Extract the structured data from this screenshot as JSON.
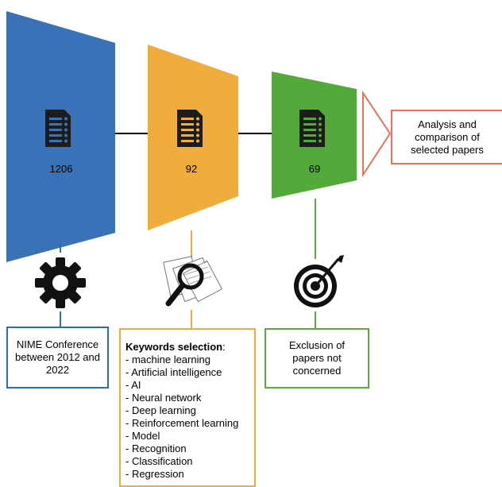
{
  "stages": [
    {
      "count": "1206",
      "color": "#3972b6"
    },
    {
      "count": "92",
      "color": "#f0ad3b"
    },
    {
      "count": "69",
      "color": "#53a93a"
    }
  ],
  "icons": [
    "document-list-icon",
    "gear-icon",
    "magnifier-documents-icon",
    "target-icon",
    "arrow-icon"
  ],
  "boxes": {
    "nime": "NIME Conference between 2012 and 2022",
    "keywords": {
      "title": "Keywords selection",
      "suffix": ":",
      "items": [
        "- machine learning",
        "- Artificial intelligence",
        "- AI",
        "- Neural network",
        "- Deep learning",
        "- Reinforcement learning",
        "- Model",
        "- Recognition",
        "- Classification",
        "- Regression"
      ]
    },
    "exclusion": "Exclusion of papers not concerned",
    "analysis": "Analysis and comparison of selected papers"
  },
  "colors": {
    "blue_border": "#2f6db3",
    "orange_border": "#efae3a",
    "green_border": "#5aaa3c",
    "red": "#e8735a",
    "icon_dark": "#1c1c1c"
  }
}
